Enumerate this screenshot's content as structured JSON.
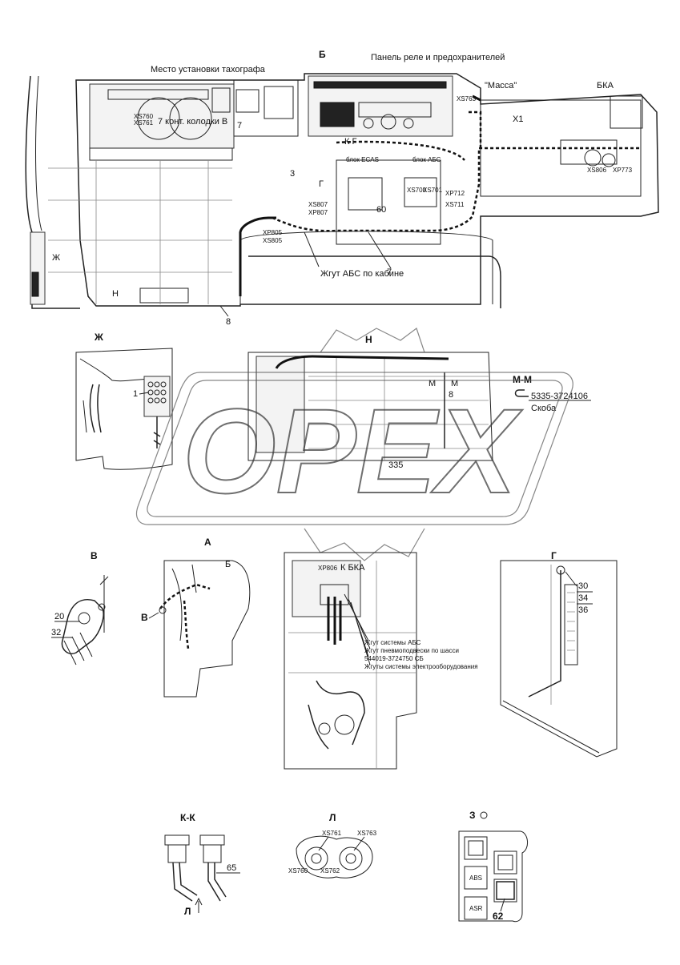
{
  "views": {
    "B_top": {
      "view_label": "Б",
      "tacho_label": "Место установки тахографа",
      "contacts_label": "7 конт. колодки В",
      "relay_panel_label": "Панель реле и предохранителей",
      "massa_label": "\"Масса\"",
      "bka_label": "БКА",
      "kg_label": "К  Г",
      "x1_label": "X1",
      "ecas_label": "блок ECAS",
      "abs_block_label": "блок АБС",
      "item_3": "3",
      "item_g": "Г",
      "item_60": "60",
      "item_7a": "7",
      "item_7b": "7",
      "item_8": "8",
      "item_zh": "Ж",
      "item_n": "Н",
      "harness_abs_label": "Жгут АБС по кабине",
      "connectors": {
        "xs760": "XS760",
        "xs761": "XS761",
        "xs700": "XS700",
        "xs701": "XS701",
        "xp712": "XP712",
        "xs711": "XS711",
        "xs806": "XS806",
        "xp773": "XP773",
        "xp805": "XP805",
        "xs805": "XS805",
        "xs807": "XS807",
        "xp807": "XP807",
        "xs763": "XS763"
      }
    },
    "ZH": {
      "view_label": "Ж",
      "item_1": "1"
    },
    "N": {
      "view_label": "Н",
      "m_left": "М",
      "m_right": "М",
      "item_8": "8",
      "item_335": "335"
    },
    "MM": {
      "view_label": "М-М",
      "part_number": "5335-3724106",
      "part_name": "Скоба"
    },
    "V": {
      "view_label": "В",
      "item_20": "20",
      "item_32": "32"
    },
    "A": {
      "view_label": "А",
      "b_marker": "Б",
      "v_marker": "В"
    },
    "K_BKA": {
      "xp806": "XP806",
      "k_bka": "К БКА",
      "note1": "Жгут системы АБС",
      "note2": "Жгут пневмоподвески по шасси",
      "note3": "544019-3724750 СБ",
      "note4": "Жгуты системы электрооборудования"
    },
    "G": {
      "view_label": "Г",
      "item_30": "30",
      "item_34": "34",
      "item_36": "36"
    },
    "KK": {
      "view_label": "К-К",
      "item_65": "65",
      "l_marker": "Л"
    },
    "L": {
      "view_label": "Л",
      "xs761": "XS761",
      "xs763": "XS763",
      "xs760": "XS760",
      "xs762": "XS762"
    },
    "Z": {
      "view_label": "З",
      "btn_abs": "ABS",
      "btn_asr": "ASR",
      "item_62": "62"
    }
  },
  "watermark": "OPEX"
}
